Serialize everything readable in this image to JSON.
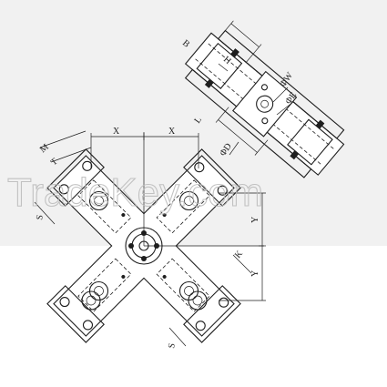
{
  "watermark": "TradeKey.com",
  "front_view": {
    "labels": {
      "m": "M",
      "t": "T",
      "x_left": "X",
      "x_right": "X",
      "s_upper": "S",
      "s_lower": "S",
      "y_upper": "Y",
      "y_lower": "Y",
      "k": "K"
    }
  },
  "side_view": {
    "labels": {
      "b": "B",
      "h": "H",
      "phi_w": "ΦW",
      "phi_e": "ΦE",
      "phi_d": "ΦD",
      "l": "L"
    }
  }
}
